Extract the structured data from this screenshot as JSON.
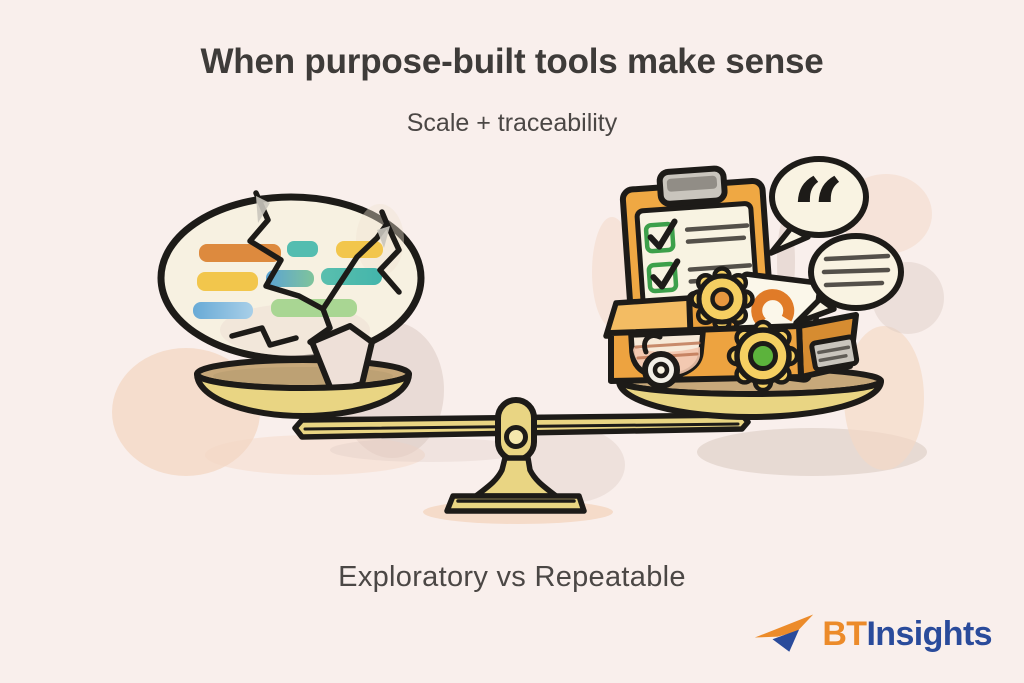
{
  "title": "When purpose-built tools make sense",
  "subtitle": "Scale + traceability",
  "caption": "Exploratory vs Repeatable",
  "logo": {
    "bt": "BT",
    "insights": "Insights"
  },
  "illustration": {
    "quote_glyph": "“"
  },
  "colors": {
    "background": "#f9efec",
    "ink": "#1d1b18",
    "text_dark": "#3e3b39",
    "text_mid": "#4b4745",
    "gold": "#e9d583",
    "gold_dark": "#b69a54",
    "tan": "#c7a87a",
    "cream": "#f7f1e1",
    "shard_pink": "#eee0d8",
    "peach_shadow": "#f4d8c5",
    "taupe_shadow": "#d9c8c0",
    "board_orange": "#efa843",
    "paper_cream": "#f8f3e2",
    "clip_gray": "#c9c5bd",
    "clip_gray_dark": "#918d86",
    "box_orange": "#eda340",
    "box_orange_dark": "#d68c31",
    "box_flap": "#f3bc63",
    "pouch_cream": "#f7ead9",
    "pouch_pink": "#f2c5ac",
    "check_green": "#3da04b",
    "line_gray": "#54504a",
    "gear_yellow": "#f5cf62",
    "gear_green_center": "#5cb33c",
    "gear_orange_center": "#e8973f",
    "doc_paper": "#fbf7ea",
    "doc_arc_orange": "#e07b28",
    "bubble_cream": "#f9f3e2",
    "wheel_white": "#f2efe7",
    "bar_orange": "#dd8a3e",
    "bar_teal": "#54bdb0",
    "bar_yellow": "#f2c64c",
    "bar_blue": "#64a8d4",
    "bar_green": "#a9d693",
    "logo_orange": "#ec8b2a",
    "logo_blue": "#2a4b9b"
  }
}
